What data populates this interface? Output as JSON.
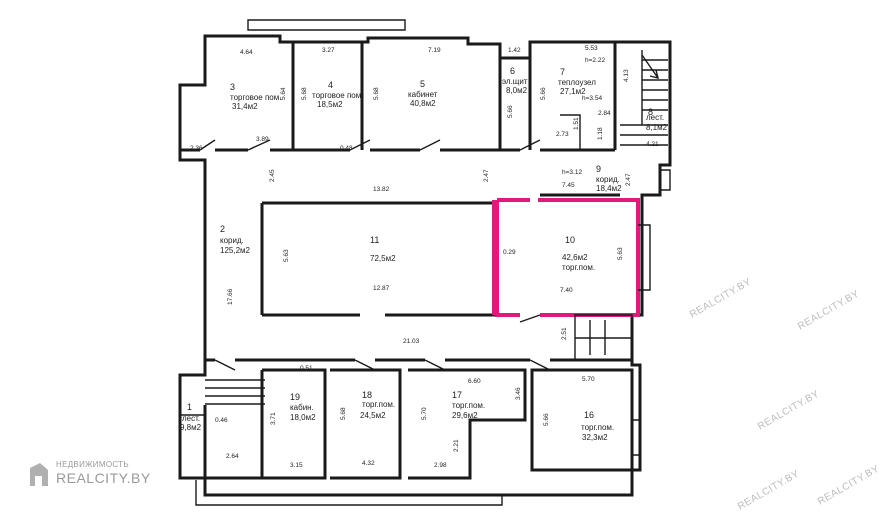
{
  "rooms": [
    {
      "id": "r3",
      "num": "3",
      "name": "торговое пом.",
      "area": "31,4м2"
    },
    {
      "id": "r4",
      "num": "4",
      "name": "торговое пом.",
      "area": "18,5м2"
    },
    {
      "id": "r5",
      "num": "5",
      "name": "кабинет",
      "area": "40,8м2"
    },
    {
      "id": "r6",
      "num": "6",
      "name": "эл.щит",
      "area": "8,0м2"
    },
    {
      "id": "r7",
      "num": "7",
      "name": "теплоузел",
      "area": "27,1м2"
    },
    {
      "id": "r8",
      "num": "8",
      "name": "лест.",
      "area": "8,1м2"
    },
    {
      "id": "r9",
      "num": "9",
      "name": "корид.",
      "area": "18,4м2"
    },
    {
      "id": "r2",
      "num": "2",
      "name": "корид.",
      "area": "125,2м2"
    },
    {
      "id": "r11",
      "num": "11",
      "name": "",
      "area": "72,5м2"
    },
    {
      "id": "r10",
      "num": "10",
      "name": "торг.пом.",
      "area": "42,6м2"
    },
    {
      "id": "r1",
      "num": "1",
      "name": "лест.",
      "area": "9,8м2"
    },
    {
      "id": "r19",
      "num": "19",
      "name": "кабин.",
      "area": "18,0м2"
    },
    {
      "id": "r18",
      "num": "18",
      "name": "торг.пом.",
      "area": "24,5м2"
    },
    {
      "id": "r17",
      "num": "17",
      "name": "торг.пом.",
      "area": "29,6м2"
    },
    {
      "id": "r16",
      "num": "16",
      "name": "торг.пом.",
      "area": "32,3м2"
    }
  ],
  "dimensions": [
    "4.64",
    "3.27",
    "7.19",
    "1.42",
    "5.53",
    "h=2.22",
    "4.13",
    "5.64",
    "5.68",
    "5.68",
    "5.66",
    "5.66",
    "h=3.54",
    "2.84",
    "1.51",
    "2.73",
    "1.18",
    "4.21",
    "2.36",
    "3.89",
    "0.48",
    "2.45",
    "2.47",
    "13.82",
    "h=3.12",
    "7.45",
    "2.47",
    "5.63",
    "0.29",
    "12.87",
    "7.40",
    "5.63",
    "17.66",
    "21.03",
    "2.51",
    "0.51",
    "5.70",
    "6.60",
    "3.46",
    "3.71",
    "5.68",
    "5.70",
    "5.66",
    "2.21",
    "0.46",
    "2.64",
    "3.15",
    "4.32",
    "2.98"
  ],
  "watermark": "REALCITY.BY",
  "brand": {
    "small": "НЕДВИЖИМОСТЬ",
    "big": "REALCITY.BY"
  },
  "colors": {
    "walls": "#1a1a1a",
    "highlight": "#e0197a",
    "watermark": "#bcbcbc"
  }
}
